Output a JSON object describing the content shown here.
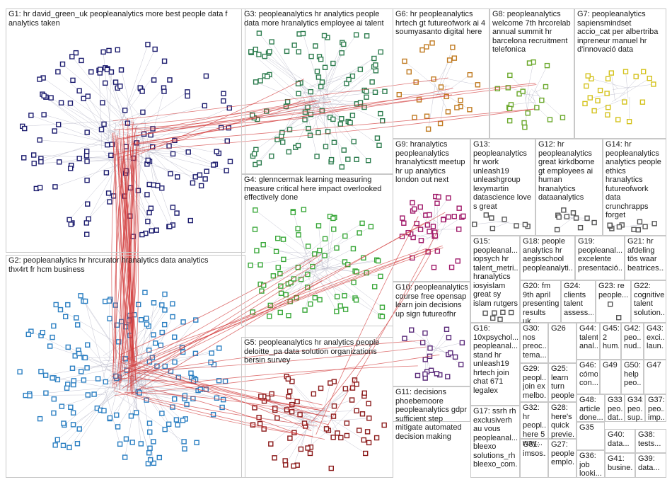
{
  "groups": [
    {
      "id": "G1",
      "text": "G1: hr david_green_uk peopleanalytics more best people data f\nanalytics taken",
      "color": "#1c1c6e"
    },
    {
      "id": "G2",
      "text": "G2: peopleanalytics hr hrcurator hranalytics data analytics\nthx4rt fr hcm business",
      "color": "#2b7fc2"
    },
    {
      "id": "G3",
      "text": "G3: peopleanalytics hr analytics people\ndata more hranalytics employee ai talent",
      "color": "#2e7d4f"
    },
    {
      "id": "G4",
      "text": "G4: glenncermak learning measuring\nmeasure critical here impact overlooked\neffectively done",
      "color": "#3aa83a"
    },
    {
      "id": "G5",
      "text": "G5: peopleanalytics hr analytics people\ndeloitte_pa data solution organizations\nbersin survey",
      "color": "#8b1a1a"
    },
    {
      "id": "G6",
      "text": "G6: hr peopleanalytics\nhrtech gt futureofwork ai 4\nsoumyasanto digital here",
      "color": "#c07a20"
    },
    {
      "id": "G7",
      "text": "G7: peopleanalytics\nsapiensmindset\naccio_cat per albertriba\ninpreneur manuel hr\nd'innovació data",
      "color": "#d4c21c"
    },
    {
      "id": "G8",
      "text": "G8: peopleanalytics\nwelcome 7th hrcorelab\nannual summit hr\nbarcelona recruitment\ntelefonica",
      "color": "#6aa82a"
    },
    {
      "id": "G9",
      "text": "G9: hranalytics\npeopleanalytics\nhranalyticstt meetup\nhr up analytics\nlondon out next",
      "color": "#a01a6a"
    },
    {
      "id": "G10",
      "text": "G10: peopleanalytics\ncourse free opensap\nlearn join decisions\nup sign futureofhr",
      "color": "#5a2a7a"
    },
    {
      "id": "G11",
      "text": "G11: decisions\nphoebemoore\npeopleanalytics gdpr\nsufficient step\nmitigate automated\ndecision making",
      "color": "#6a3a9a"
    },
    {
      "id": "G12",
      "text": "G12: hr\npeopleanalytics\ngreat kirkdborne\ngt employees ai\nhuman\nhranalytics\ndataanalytics",
      "color": "#555555"
    },
    {
      "id": "G13",
      "text": "G13:\npeopleanalytics\nhr work\nunleash19\nunleashgroup\nlexymartin\ndatascience love\ns great",
      "color": "#555555"
    },
    {
      "id": "G14",
      "text": "G14: hr\npeopleanalytics\nanalytics people\nethics\nhranalytics\nfutureofwork\ndata\ncrunchrapps\nforget",
      "color": "#555555"
    },
    {
      "id": "G15",
      "text": "G15:\npeopleanal...\niopsych hr\ntalent_metri...\nhranalytics\niosyislam\ngreat sy\nislam rutgers",
      "color": "#555555"
    },
    {
      "id": "G16",
      "text": "G16:\n10xpsychol...\npeopleanal...\nstand hr\nunleash19\nhrtech join\nchat 671\nlegalex",
      "color": "#555555"
    },
    {
      "id": "G17",
      "text": "G17: ssrh rh\nexclusiverh\nau vous\npeopleanal...\nbleexo\nsolutions_rh\nbleexo_com...",
      "color": "#555555"
    },
    {
      "id": "G18",
      "text": "G18: people\nanalytics hr\naegisschool\npeopleanalyti...",
      "color": "#555555"
    },
    {
      "id": "G19",
      "text": "G19:\npeopleanal...\nexcelente\npresentació...",
      "color": "#555555"
    },
    {
      "id": "G20",
      "text": "G20: fm\n9th april\npresenting\nresults uk...",
      "color": "#555555"
    },
    {
      "id": "G21",
      "text": "G21: hr\nafdeling\ntös waar\nbeatrices...",
      "color": "#555555"
    },
    {
      "id": "G22",
      "text": "G22:\ncognitive\ntalent\nsolution...",
      "color": "#555555"
    },
    {
      "id": "G23",
      "text": "G23: re\npeople...",
      "color": "#555555"
    },
    {
      "id": "G24",
      "text": "G24:\nclients\ntalent\nassess...",
      "color": "#555555"
    },
    {
      "id": "G25",
      "text": "G25:\nlearn\nturn\npeople...",
      "color": "#555555"
    },
    {
      "id": "G26",
      "text": "G26",
      "color": "#555555"
    },
    {
      "id": "G27",
      "text": "G27:\npeople...\nemplo...",
      "color": "#555555"
    },
    {
      "id": "G28",
      "text": "G28:\nhere's\nquick\nprevie...",
      "color": "#555555"
    },
    {
      "id": "G29",
      "text": "G29:\npeopl...\njoin ex\nmelbo...",
      "color": "#555555"
    },
    {
      "id": "G30",
      "text": "G30:\nnos\npreoc...\ntema...",
      "color": "#555555"
    },
    {
      "id": "G31",
      "text": "G31:\nimsos...",
      "color": "#555555"
    },
    {
      "id": "G32",
      "text": "G32: hr\npeopl...\nhere 5\nway...",
      "color": "#555555"
    },
    {
      "id": "G33",
      "text": "G33:\npeo...\ndat...",
      "color": "#555555"
    },
    {
      "id": "G34",
      "text": "G34:\npeo...\nsup...",
      "color": "#555555"
    },
    {
      "id": "G35",
      "text": "G35",
      "color": "#555555"
    },
    {
      "id": "G36",
      "text": "G36:\njob\nlooki...",
      "color": "#555555"
    },
    {
      "id": "G37",
      "text": "G37:\npeo...\nimp...",
      "color": "#555555"
    },
    {
      "id": "G38",
      "text": "G38:\ntests...",
      "color": "#555555"
    },
    {
      "id": "G39",
      "text": "G39:\ndata...",
      "color": "#555555"
    },
    {
      "id": "G40",
      "text": "G40:\ndata...",
      "color": "#555555"
    },
    {
      "id": "G41",
      "text": "G41:\nbusine...",
      "color": "#555555"
    },
    {
      "id": "G42",
      "text": "G42:\npeo...\nnud...",
      "color": "#555555"
    },
    {
      "id": "G43",
      "text": "G43:\nexci...\nlaun...",
      "color": "#555555"
    },
    {
      "id": "G44",
      "text": "G44:\ntalent\nanal...",
      "color": "#555555"
    },
    {
      "id": "G45",
      "text": "G45:\n2\nhum...",
      "color": "#555555"
    },
    {
      "id": "G46",
      "text": "G46:\ncómo\ncon...",
      "color": "#555555"
    },
    {
      "id": "G47",
      "text": "G47",
      "color": "#555555"
    },
    {
      "id": "G48",
      "text": "G48:\narticle\ndone...",
      "color": "#555555"
    },
    {
      "id": "G49",
      "text": "G49",
      "color": "#555555"
    },
    {
      "id": "G50",
      "text": "G50:\nhelp\npeo...",
      "color": "#555555"
    }
  ]
}
